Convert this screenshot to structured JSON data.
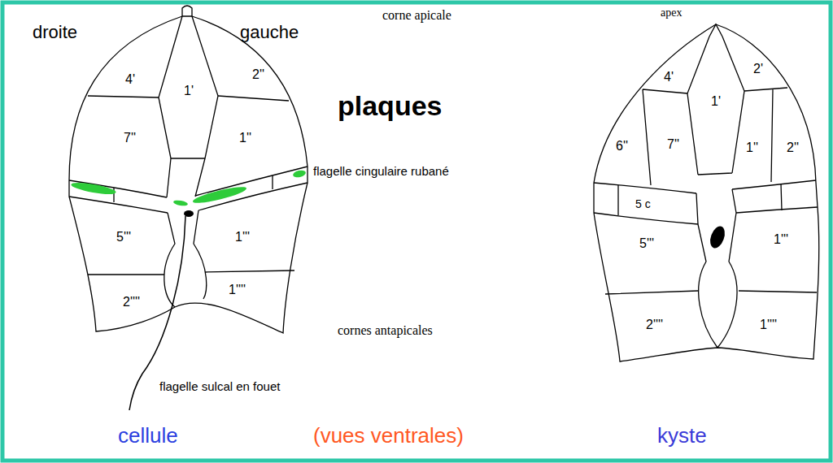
{
  "diagram": {
    "labels": [
      "droite",
      "gauche",
      "corne apicale",
      "apex",
      "plaques",
      "4'",
      "1'",
      "2''",
      "7''",
      "1''",
      "flagelle cingulaire rubané",
      "5'''",
      "1'''",
      "2''''",
      "1''''",
      "cornes antapicales",
      "flagelle sulcal en fouet",
      "4'",
      "1'",
      "2'",
      "6''",
      "7''",
      "1''",
      "2''",
      "5 c",
      "5'''",
      "1'''",
      "2''''",
      "1''''",
      "cellule",
      "(vues ventrales)",
      "kyste"
    ]
  }
}
